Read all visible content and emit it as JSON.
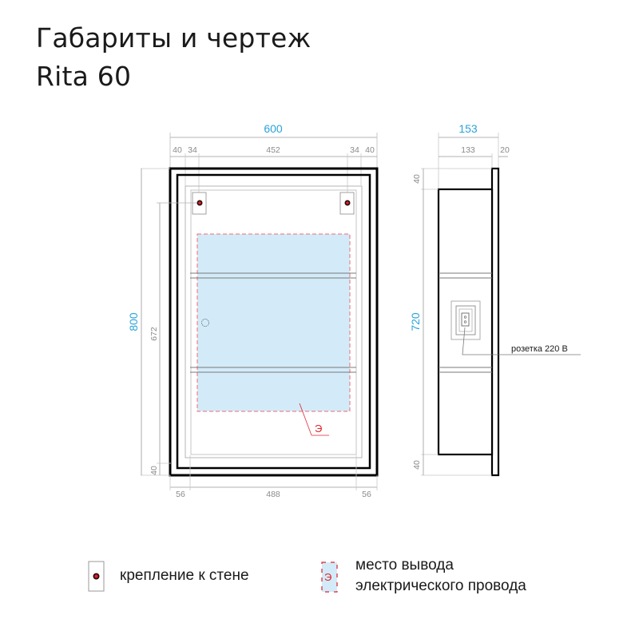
{
  "header": {
    "title_line1": "Габариты и чертеж",
    "title_line2": "Rita 60"
  },
  "front_view": {
    "overall_width": "600",
    "overall_height": "800",
    "top_dims": [
      "40",
      "34",
      "452",
      "34",
      "40"
    ],
    "bottom_dims": [
      "56",
      "488",
      "56"
    ],
    "left_dims": {
      "mount_height": "672",
      "bottom_offset": "40"
    },
    "wire_marker": "Э"
  },
  "side_view": {
    "overall_depth": "153",
    "body_depth": "133",
    "frame_depth": "20",
    "body_height": "720",
    "top_offset": "40",
    "bottom_offset": "40",
    "socket_label": "розетка 220 В"
  },
  "legend": {
    "mount_label": "крепление к стене",
    "wire_label_line1": "место вывода",
    "wire_label_line2": "электрического провода",
    "wire_marker": "Э"
  },
  "colors": {
    "main_dimension": "#2aa3d9",
    "secondary_dimension": "#8a8a8a",
    "outline": "#000000",
    "wire_zone_fill": "#d3ebf8",
    "wire_zone_border": "#f06a72",
    "marker_red": "#e0232b"
  }
}
